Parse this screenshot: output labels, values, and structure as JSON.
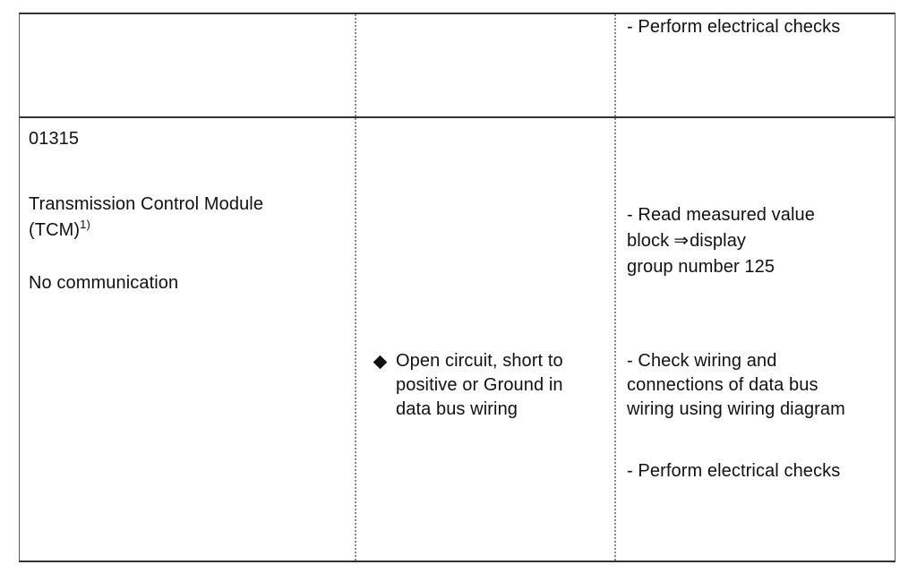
{
  "row1": {
    "col3": {
      "action": "- Perform electrical checks"
    }
  },
  "row2": {
    "col1": {
      "code": "01315",
      "component": "Transmission Control Module",
      "component_abbr": "(TCM)",
      "footnote_ref": "1)",
      "status": "No communication"
    },
    "col2": {
      "cause_line1": "Open circuit, short to",
      "cause_line2": "positive or Ground in",
      "cause_line3": "data bus wiring"
    },
    "col3": {
      "step1_line1": "- Read measured value",
      "step1_line2_a": "block",
      "step1_arrow": "⇒",
      "step1_line2_b": "display",
      "step1_line3": "group number 125",
      "step2_line1": "- Check wiring and",
      "step2_line2": "connections of data bus",
      "step2_line3": "wiring using wiring diagram",
      "step3": "- Perform electrical checks"
    }
  },
  "icons": {
    "bullet": "diamond-bullet-icon",
    "arrow": "double-arrow-right-icon"
  }
}
